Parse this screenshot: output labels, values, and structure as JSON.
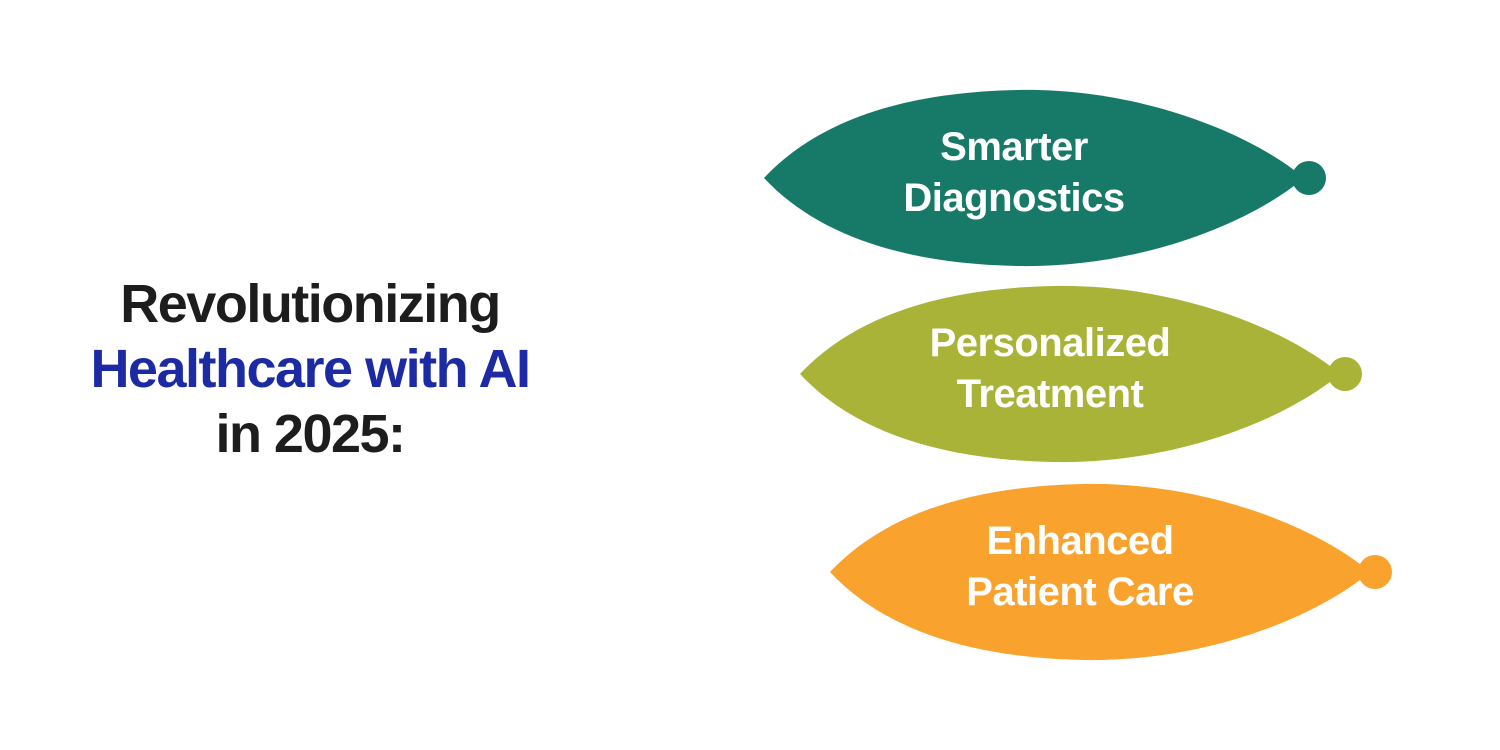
{
  "background_color": "#ffffff",
  "title": {
    "line1": "Revolutionizing",
    "line2": "Healthcare with AI",
    "line3": "in 2025:",
    "primary_color": "#1d1d1d",
    "accent_color": "#1c2ba4"
  },
  "items": [
    {
      "line1": "Smarter",
      "line2": "Diagnostics",
      "color": "#177a69"
    },
    {
      "line1": "Personalized",
      "line2": "Treatment",
      "color": "#a9b337"
    },
    {
      "line1": "Enhanced",
      "line2": "Patient Care",
      "color": "#f9a22e"
    }
  ],
  "label_text_color": "#ffffff"
}
